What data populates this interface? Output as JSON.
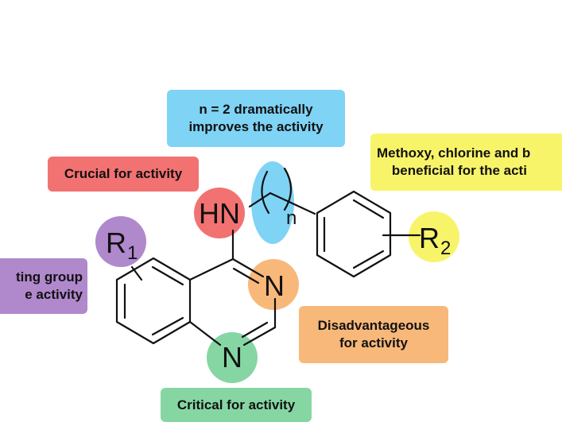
{
  "colors": {
    "blue": "#7fd3f5",
    "red": "#f27272",
    "yellow": "#f8f46a",
    "purple": "#b088cc",
    "orange": "#f8b87a",
    "green": "#86d6a4",
    "line": "#111111"
  },
  "labels": {
    "n2": "n = 2 dramatically\nimproves the activity",
    "crucial": "Crucial for activity",
    "methoxy": "Methoxy, chlorine and b\n    beneficial for the acti",
    "donating": "ting group\ne activity",
    "disadvantageous": "Disadvantageous\nfor activity",
    "critical": "Critical for activity"
  },
  "atoms": {
    "hn": "HN",
    "n_sub": "n",
    "r1": "R",
    "r1_sub": "1",
    "r2": "R",
    "r2_sub": "2",
    "n3": "N",
    "n1": "N"
  }
}
